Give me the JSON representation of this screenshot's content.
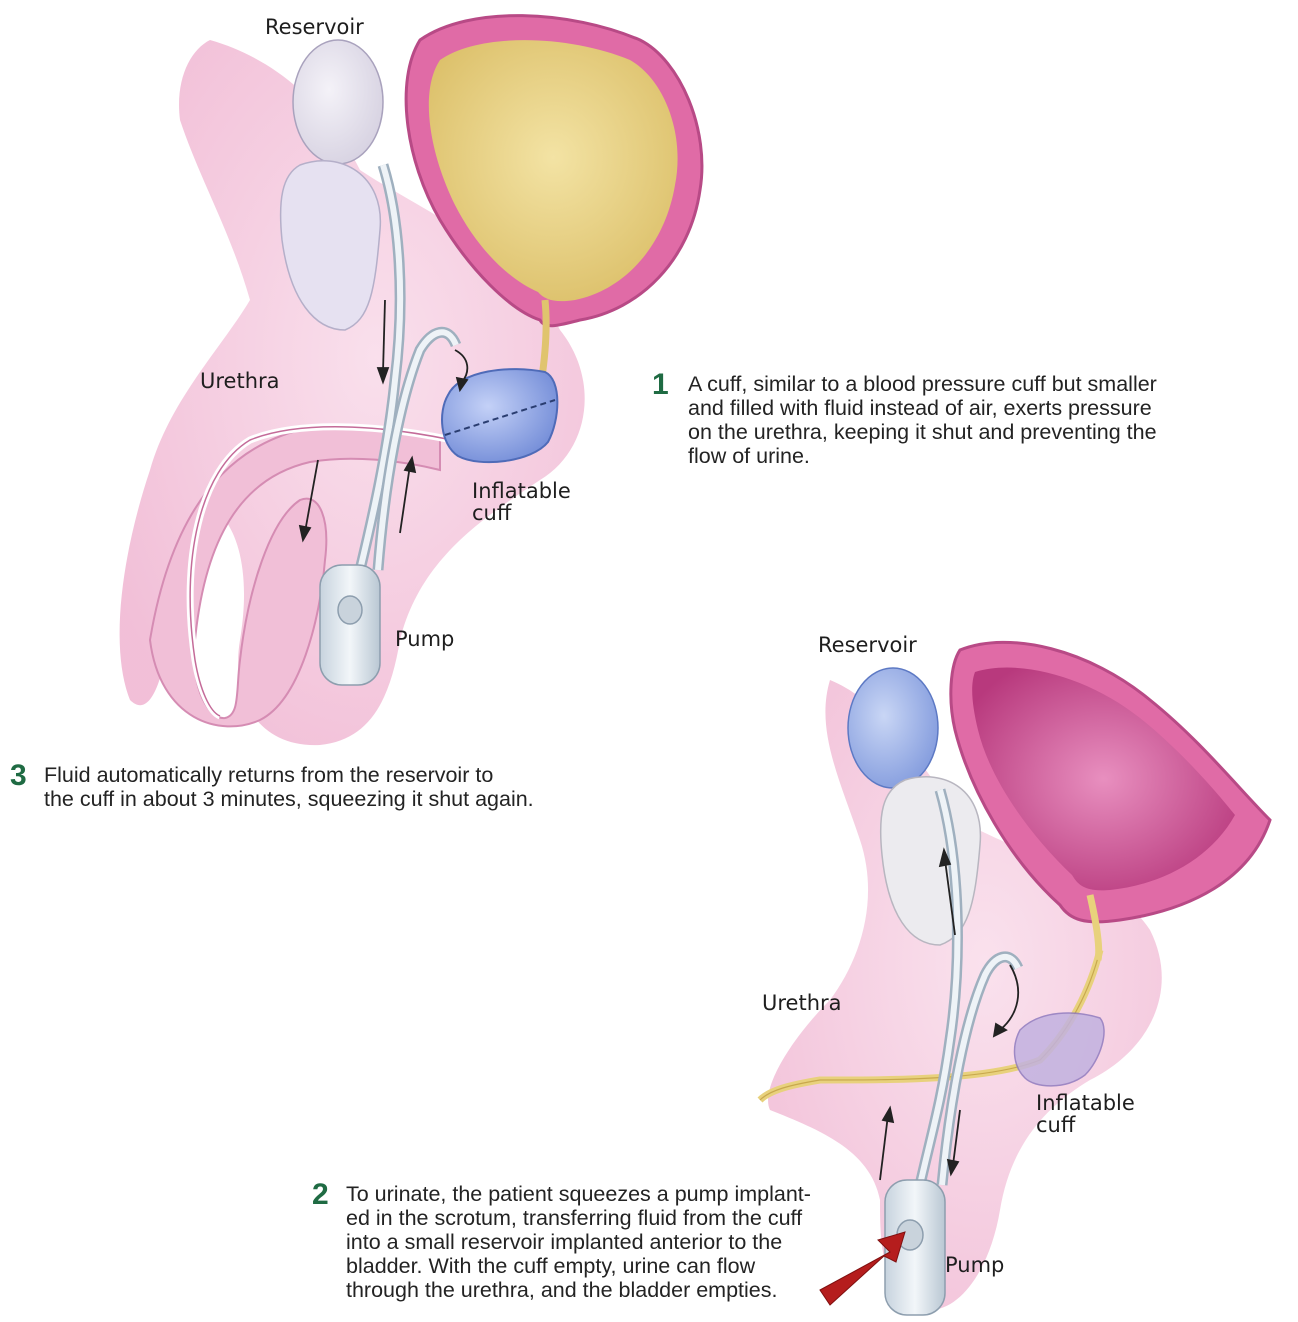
{
  "colors": {
    "tissue": "#f3c6dc",
    "bladder_wall": "#e06ba6",
    "urine": "#e9d27e",
    "device": "#d7e3ec",
    "cuff_inflated": "#8fa8e8",
    "cuff_empty": "#b9a6dc",
    "step_number": "#1f6b43",
    "arrow_red": "#b51d1d"
  },
  "panel_top": {
    "reservoir_label": "Reservoir",
    "urethra_label": "Urethra",
    "cuff_label_line1": "Inflatable",
    "cuff_label_line2": "cuff",
    "pump_label": "Pump"
  },
  "panel_bottom": {
    "reservoir_label": "Reservoir",
    "urethra_label": "Urethra",
    "cuff_label_line1": "Inflatable",
    "cuff_label_line2": "cuff",
    "pump_label": "Pump"
  },
  "steps": [
    {
      "number": "1",
      "lines": [
        "A cuff, similar to a blood pressure cuff but smaller",
        "and filled with fluid instead of air, exerts pressure",
        "on the urethra, keeping it shut and preventing the",
        "flow of urine."
      ]
    },
    {
      "number": "2",
      "lines": [
        "To urinate, the patient squeezes a pump implant-",
        "ed in the scrotum, transferring fluid from the cuff",
        "into a small reservoir implanted anterior to the",
        "bladder. With the cuff empty, urine can flow",
        "through the urethra, and the bladder empties."
      ]
    },
    {
      "number": "3",
      "lines": [
        "Fluid automatically returns from the reservoir to",
        "the cuff in about 3 minutes, squeezing it shut again."
      ]
    }
  ]
}
